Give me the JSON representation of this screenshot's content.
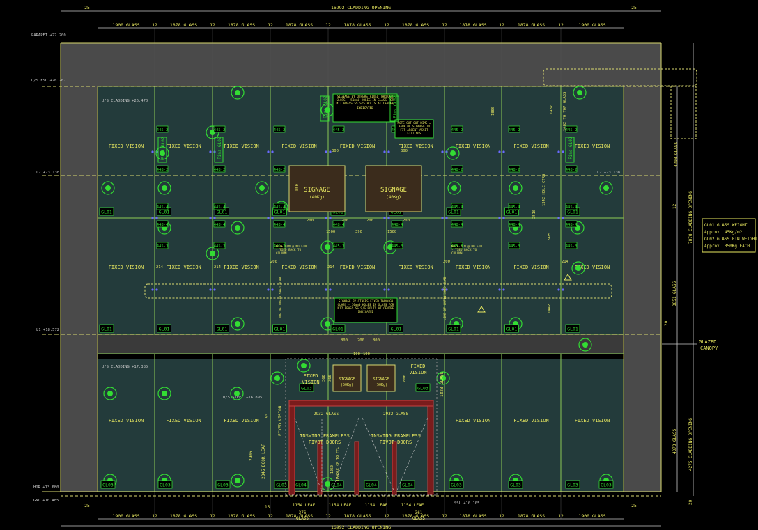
{
  "colors": {
    "background": "#000000",
    "glass": "#233b3b",
    "spandrel": "#4a4a4a",
    "frame": "#d8d870",
    "annotation": "#e8e860",
    "callout": "#33dd33",
    "dimension": "#c8c8c8",
    "steel": "#c84040"
  },
  "dims": {
    "overall_top": "16992 CLADDING OPENING",
    "overall_bottom": "16992 CLADDING OPENING",
    "end_offset": "25",
    "top_bays": [
      "1900 GLASS",
      "1878 GLASS",
      "1878 GLASS",
      "1878 GLASS",
      "1878 GLASS",
      "1878 GLASS",
      "1878 GLASS",
      "1878 GLASS",
      "1900 GLASS"
    ],
    "bottom_bays": [
      "1900 GLASS",
      "1878 GLASS",
      "1878 GLASS",
      "1878 GLASS",
      "1878 GLASS",
      "1878 GLASS",
      "1878 GLASS",
      "1878 GLASS",
      "1900 GLASS"
    ],
    "joint": "12",
    "right_upper": "3851 GLASS",
    "right_top": "4290 GLASS",
    "right_overall": "7878 CLADDING OPENING",
    "right_lower": "4370 GLASS",
    "right_lower_overall": "4275 CLADDING OPENING",
    "right_joint": "20",
    "door_leaf": "2845 DOOR LEAF",
    "door_height": "2906",
    "door_glass_height": "1828 GLASS",
    "door_glass": [
      "2932 GLASS",
      "2932 GLASS"
    ],
    "leaves": [
      "1154 LEAF",
      "1154 LEAF",
      "1154 LEAF",
      "1154 LEAF"
    ],
    "sidelight_left": "376",
    "sidelight_left_label": "GLASS",
    "sidelight_right": "361",
    "sidelight_right_label": "GLASS",
    "signage_gaps": [
      "300",
      "300"
    ],
    "signage_width": "1500",
    "signage_mid": "390",
    "signage_offsets": [
      "200",
      "200",
      "200",
      "200"
    ],
    "signage_height": "850",
    "hole_ctrs": "1342 HOLE CTRS",
    "hole_sub": "2516",
    "dim_975": "975",
    "dim_1442": "1442",
    "dim_1800": "1800",
    "dim_1487": "1487",
    "top_glass_note": "1482 TO TOP GLASS",
    "dim_214": [
      "214",
      "214",
      "214",
      "214"
    ],
    "dim_200_side": [
      "200",
      "200"
    ],
    "lower_sign_dims": [
      "800",
      "200",
      "800"
    ],
    "lower_sign_sub": [
      "100",
      "100"
    ],
    "lower_sign_heights": [
      "360",
      "360"
    ],
    "lower_sign_h": "800",
    "dim_6": "6",
    "dim_15": "15",
    "dim_25": "25"
  },
  "levels": {
    "parapet": "PARAPET +27.200",
    "us_fsc": "U/S FSC +26.267",
    "us_cladding_top": "U/S CLADDING +26.470",
    "l2": "L2 +23.138",
    "l2_right": "L2 +23.138",
    "l1": "L1 +18.572",
    "us_cladding_low": "U/S CLADDING +17.385",
    "us_steel": "U/S STEEL +16.895",
    "hdr": "HDR +13.680",
    "gnd": "GND +10.485",
    "ssl": "SSL +10.105"
  },
  "labels": {
    "fixed_vision": "FIXED VISION",
    "signage": "SIGNAGE",
    "signage_weight": "(40Kg)",
    "signage_small": "SIGNAGE",
    "signage_small_weight": "(50Kg)",
    "inswing": "INSWING FRAMELESS",
    "pivot": "PIVOT DOORS",
    "handle": "HANDLE CR TO FFL",
    "handle_dim": "1050",
    "glazed_canopy": "GLAZED CANOPY",
    "note_signage": "SIGNAGE BY OTHERS FIXED THROUGH GLASS - 50mm0 HOLES IN GLASS FOR M12 BRASS SS S/S BOLTS AT CENTRE INDICATED",
    "note_cut": "NOTE CUT OUT DIMS = BACK OF SIGNAGE TO FIT ARGENT ASSET FITTINGS",
    "note_dim_left": "NOTE DIM @ NO FIN - TIED BACK TO COLUMN",
    "note_dim_right": "NOTE DIM @ NO FIN - TIED BACK TO COLUMN",
    "line_left": "LINE OF UNFINISHED SLAB",
    "line_right": "LINE OF UNFINISHED SLAB",
    "fin_gl02": "Fins GL02",
    "fin_gl03": "Fins GL03",
    "weight_1": "GL01 GLASS WEIGHT",
    "weight_2": "Approx. 45Kg/m2",
    "weight_3": "GL02 GLASS FIN WEIGHT",
    "weight_4": "Approx. 350Kg EACH"
  },
  "tags": {
    "upper_row": [
      "GL01",
      "GL01",
      "GL01",
      "GL01",
      "GL01",
      "GL01",
      "GL01",
      "GL01",
      "GL01"
    ],
    "mid_row": [
      "GL01",
      "GL01",
      "GL01",
      "GL01",
      "GL01",
      "GL01",
      "GL01",
      "GL01",
      "GL01"
    ],
    "bottom_row": [
      "GL03",
      "GL03",
      "GL03",
      "GL03",
      "GL04",
      "GL04",
      "GL04",
      "GL04",
      "GL03",
      "GL03",
      "GL03",
      "GL03"
    ],
    "side_row": [
      "GL03",
      "GL03"
    ],
    "row1_a": [
      "445-2",
      "445-2",
      "445-2",
      "445-2",
      "445-2",
      "445-2",
      "445-2",
      "445-2"
    ],
    "row1_b": [
      "448-2",
      "448-2",
      "448-2",
      "448-2",
      "448-2",
      "448-2",
      "448-2",
      "448-2"
    ],
    "row2_a": [
      "448-4",
      "448-4",
      "448-4",
      "448-4",
      "448-4",
      "448-4",
      "448-4",
      "448-4"
    ],
    "row2_b": [
      "445-4",
      "445-4",
      "445-4",
      "445-4",
      "445-4",
      "445-4",
      "445-4",
      "445-4"
    ],
    "row3_a": [
      "445-3",
      "445-3",
      "445-3",
      "445-3",
      "445-3",
      "445-3",
      "445-3",
      "445-3"
    ],
    "row3_b": [
      "448-2",
      "448-2",
      "448-2",
      "448-2",
      "448-2",
      "448-2",
      "448-2",
      "448-2"
    ]
  }
}
